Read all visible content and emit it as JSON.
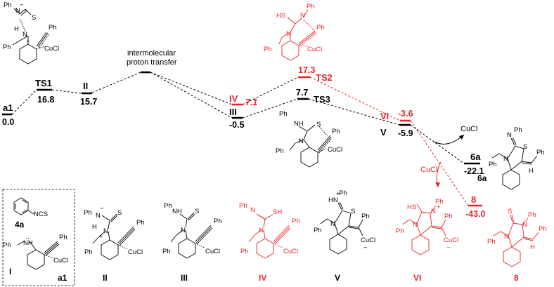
{
  "colors": {
    "main": "#000000",
    "highlight": "#e8262a"
  },
  "levels": [
    {
      "id": "a1",
      "label": "a1",
      "value": "0.0",
      "color": "#000000"
    },
    {
      "id": "TS1",
      "label": "TS1",
      "value": "16.8",
      "color": "#000000"
    },
    {
      "id": "II",
      "label": "II",
      "value": "15.7",
      "color": "#000000"
    },
    {
      "id": "IV",
      "label": "IV",
      "value": "7.1",
      "color": "#e8262a"
    },
    {
      "id": "III",
      "label": "III",
      "value": "-0.5",
      "color": "#000000"
    },
    {
      "id": "TS2",
      "label": "TS2",
      "value": "17.3",
      "color": "#e8262a"
    },
    {
      "id": "TS3",
      "label": "TS3",
      "value": "7.7",
      "color": "#000000"
    },
    {
      "id": "VI",
      "label": "VI",
      "value": "-3.6",
      "color": "#e8262a"
    },
    {
      "id": "V",
      "label": "V",
      "value": "-5.9",
      "color": "#000000"
    },
    {
      "id": "6a",
      "label": "6a",
      "value": "-22.1",
      "color": "#000000"
    },
    {
      "id": "8",
      "label": "8",
      "value": "-43.0",
      "color": "#e8262a"
    }
  ],
  "annotations": {
    "proton_transfer_line1": "intermolecular",
    "proton_transfer_line2": "proton transfer",
    "cucl_black": "CuCl",
    "cucl_red": "CuCl"
  },
  "atoms": {
    "ph": "Ph",
    "phplus": "Ph",
    "n": "N",
    "nh": "NH",
    "hn": "HN",
    "s": "S",
    "sh": "SH",
    "hs": "HS",
    "h": "H",
    "cucl": "CuCl",
    "ncs": "NCS",
    "minus": "−",
    "plus": "+",
    "dots": "··"
  },
  "compounds": {
    "I": "I",
    "a1": "a1",
    "4a": "4a",
    "II": "II",
    "III": "III",
    "IV": "IV",
    "V": "V",
    "VI": "VI",
    "8": "8",
    "6a": "6a"
  }
}
